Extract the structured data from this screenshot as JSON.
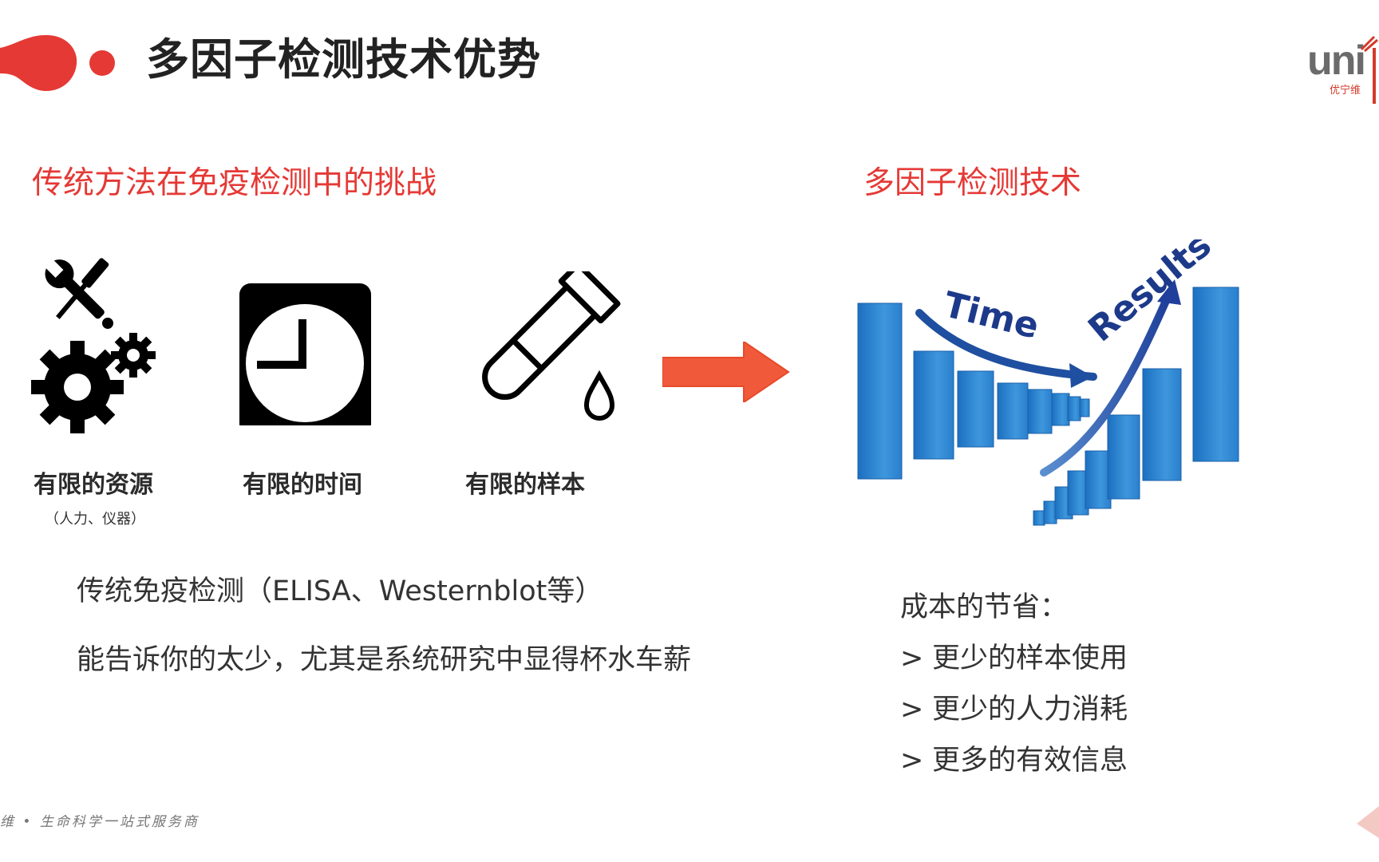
{
  "header": {
    "title": "多因子检测技术优势",
    "logo_text": "uni",
    "logo_subtext": "优宁维"
  },
  "left_section": {
    "heading": "传统方法在免疫检测中的挑战",
    "icons": [
      {
        "icon": "tools-gears-icon",
        "label": "有限的资源",
        "sublabel": "（人力、仪器）"
      },
      {
        "icon": "alarm-clock-icon",
        "label": "有限的时间"
      },
      {
        "icon": "test-tube-drop-icon",
        "label": "有限的样本"
      }
    ],
    "body": [
      "传统免疫检测（ELISA、Westernblot等）",
      "能告诉你的太少，尤其是系统研究中显得杯水车薪"
    ]
  },
  "right_section": {
    "heading": "多因子检测技术",
    "graphic": {
      "icon": "time-results-bars-graphic",
      "word_time": "Time",
      "word_results": "Results"
    },
    "benefits_title": "成本的节省：",
    "benefits_marker": ">",
    "benefits": [
      "更少的样本使用",
      "更少的人力消耗",
      "更多的有效信息"
    ]
  },
  "footer": {
    "text": "维 • 生命科学一站式服务商"
  },
  "colors": {
    "accent_red": "#e53935",
    "arrow_orange": "#f05a3a",
    "bar_blue": "#2f86d0"
  }
}
